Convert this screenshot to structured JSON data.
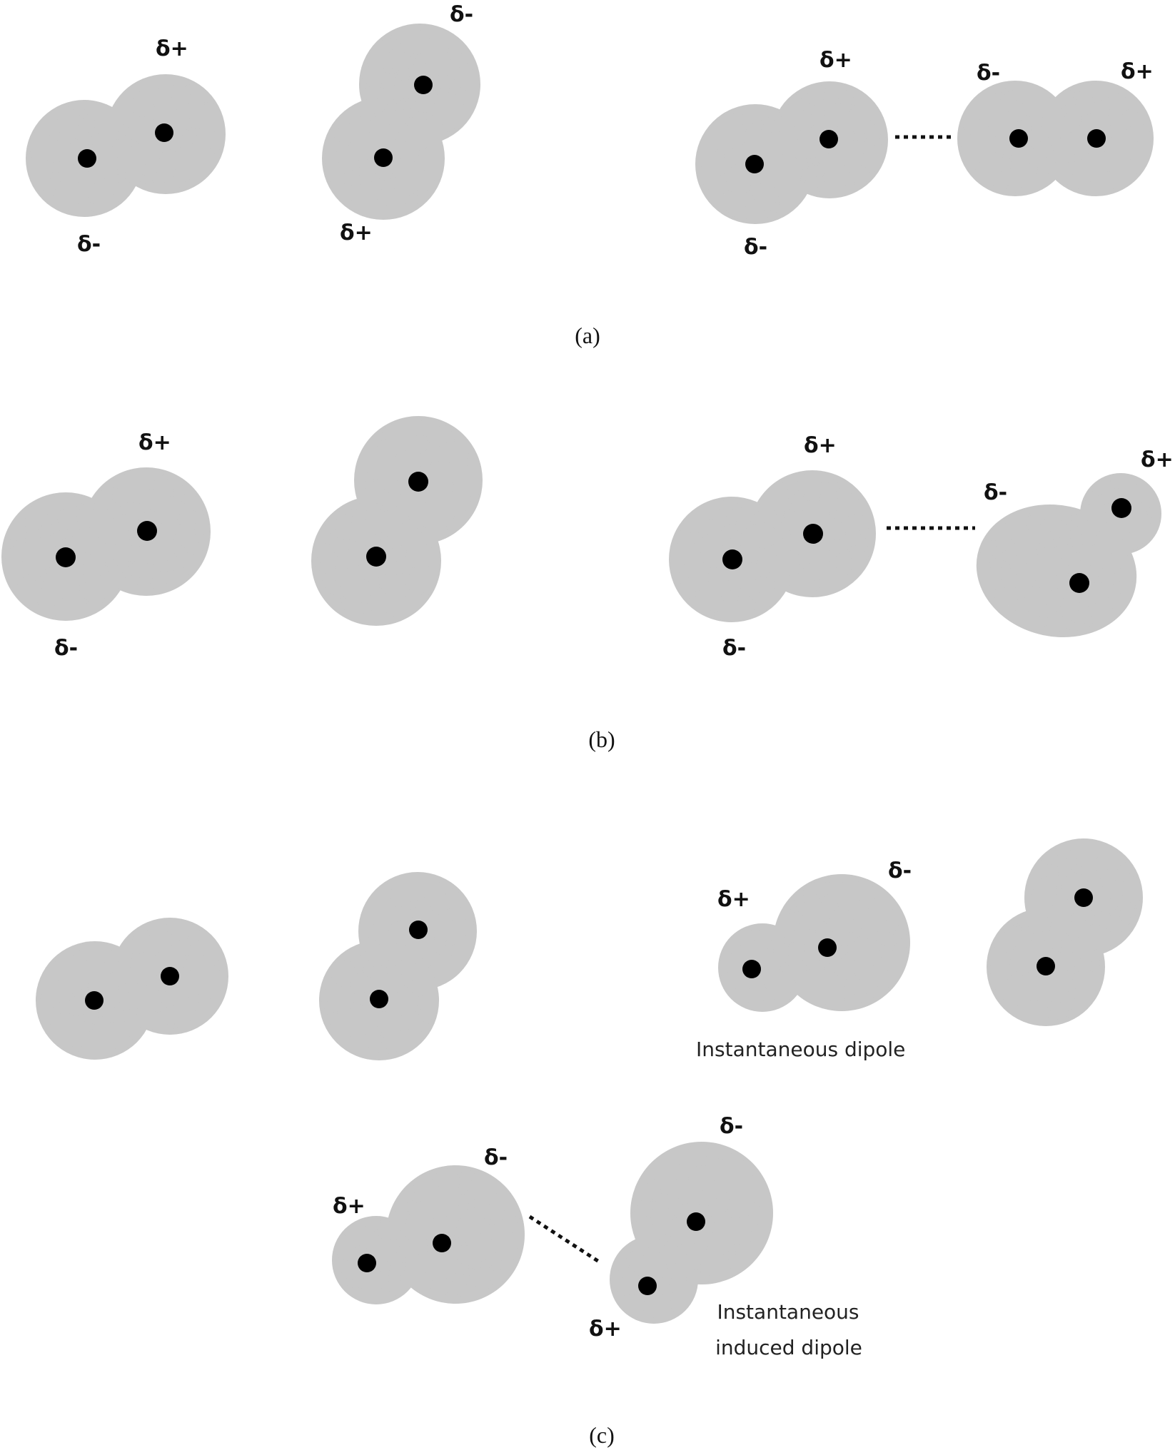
{
  "colors": {
    "atom_fill": "#c8c8c8",
    "nucleus": "#000000",
    "text": "#111111"
  },
  "panel_a": {
    "caption": "(a)",
    "mol1": {
      "top_label": "δ+",
      "bottom_label": "δ-"
    },
    "mol2": {
      "top_label": "δ-",
      "bottom_label": "δ+"
    },
    "pair": {
      "left_top": "δ+",
      "left_bottom": "δ-",
      "right_left": "δ-",
      "right_right": "δ+"
    }
  },
  "panel_b": {
    "caption": "(b)",
    "mol1": {
      "top_label": "δ+",
      "bottom_label": "δ-"
    },
    "pair": {
      "left_top": "δ+",
      "left_bottom": "δ-",
      "right_left": "δ-",
      "right_right": "δ+"
    }
  },
  "panel_c": {
    "caption": "(c)",
    "inst_dipole": {
      "plus_label": "δ+",
      "minus_label": "δ-",
      "note": "Instantaneous dipole"
    },
    "pair": {
      "left_plus": "δ+",
      "left_minus": "δ-",
      "right_minus": "δ-",
      "right_plus": "δ+",
      "note_line1": "Instantaneous",
      "note_line2": "induced dipole"
    }
  }
}
